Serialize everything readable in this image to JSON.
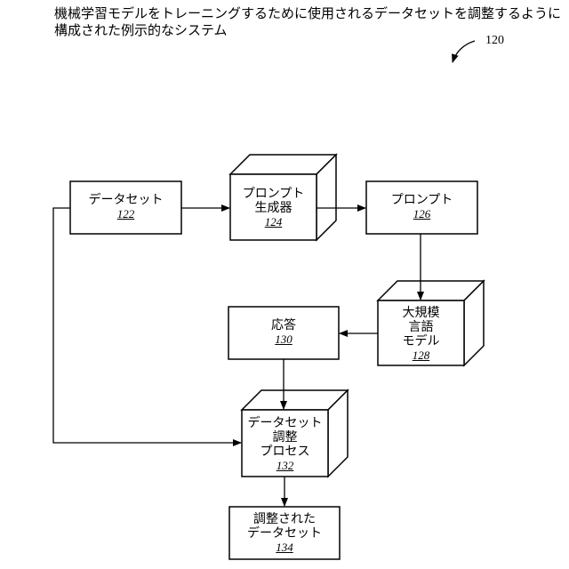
{
  "title": {
    "line1": "機械学習モデルをトレーニングするために使用されるデータセットを調整するように",
    "line2": "構成された例示的なシステム"
  },
  "figure_ref": "120",
  "nodes": {
    "dataset": {
      "label": "データセット",
      "ref": "122"
    },
    "prompt_generator": {
      "label1": "プロンプト",
      "label2": "生成器",
      "ref": "124"
    },
    "prompt": {
      "label": "プロンプト",
      "ref": "126"
    },
    "llm": {
      "label1": "大規模",
      "label2": "言語",
      "label3": "モデル",
      "ref": "128"
    },
    "response": {
      "label": "応答",
      "ref": "130"
    },
    "adjust_process": {
      "label1": "データセット",
      "label2": "調整",
      "label3": "プロセス",
      "ref": "132"
    },
    "adjusted_dataset": {
      "label1": "調整された",
      "label2": "データセット",
      "ref": "134"
    }
  }
}
